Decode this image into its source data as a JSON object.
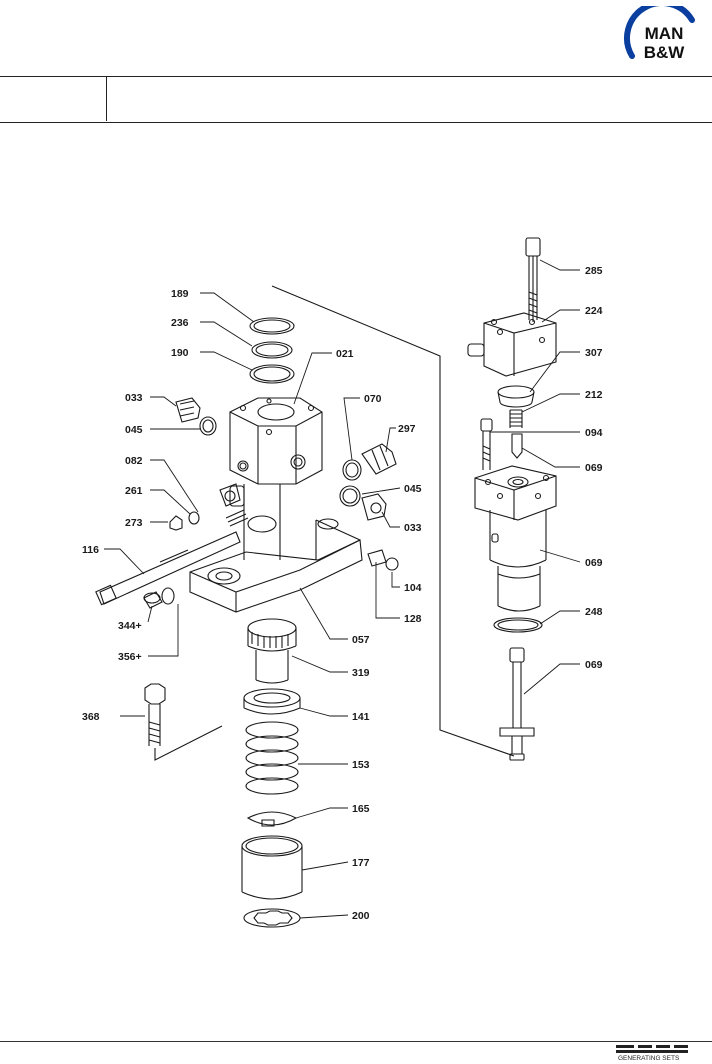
{
  "brand": {
    "line1": "MAN",
    "line2": "B&W",
    "color": "#0a3fa0"
  },
  "footer": {
    "logo_text": "GENERATING SETS"
  },
  "labels": [
    {
      "id": "l285",
      "text": "285"
    },
    {
      "id": "l224",
      "text": "224"
    },
    {
      "id": "l307",
      "text": "307"
    },
    {
      "id": "l212",
      "text": "212"
    },
    {
      "id": "l094",
      "text": "094"
    },
    {
      "id": "l069a",
      "text": "069"
    },
    {
      "id": "l069b",
      "text": "069"
    },
    {
      "id": "l248",
      "text": "248"
    },
    {
      "id": "l069c",
      "text": "069"
    },
    {
      "id": "l189",
      "text": "189"
    },
    {
      "id": "l236",
      "text": "236"
    },
    {
      "id": "l190",
      "text": "190"
    },
    {
      "id": "l021",
      "text": "021"
    },
    {
      "id": "l033a",
      "text": "033"
    },
    {
      "id": "l045a",
      "text": "045"
    },
    {
      "id": "l070",
      "text": "070"
    },
    {
      "id": "l297",
      "text": "297"
    },
    {
      "id": "l082",
      "text": "082"
    },
    {
      "id": "l045b",
      "text": "045"
    },
    {
      "id": "l261",
      "text": "261"
    },
    {
      "id": "l273",
      "text": "273"
    },
    {
      "id": "l033b",
      "text": "033"
    },
    {
      "id": "l116",
      "text": "116"
    },
    {
      "id": "l104",
      "text": "104"
    },
    {
      "id": "l344",
      "text": "344+"
    },
    {
      "id": "l128",
      "text": "128"
    },
    {
      "id": "l057",
      "text": "057"
    },
    {
      "id": "l356",
      "text": "356+"
    },
    {
      "id": "l319",
      "text": "319"
    },
    {
      "id": "l368",
      "text": "368"
    },
    {
      "id": "l141",
      "text": "141"
    },
    {
      "id": "l153",
      "text": "153"
    },
    {
      "id": "l165",
      "text": "165"
    },
    {
      "id": "l177",
      "text": "177"
    },
    {
      "id": "l200",
      "text": "200"
    }
  ]
}
